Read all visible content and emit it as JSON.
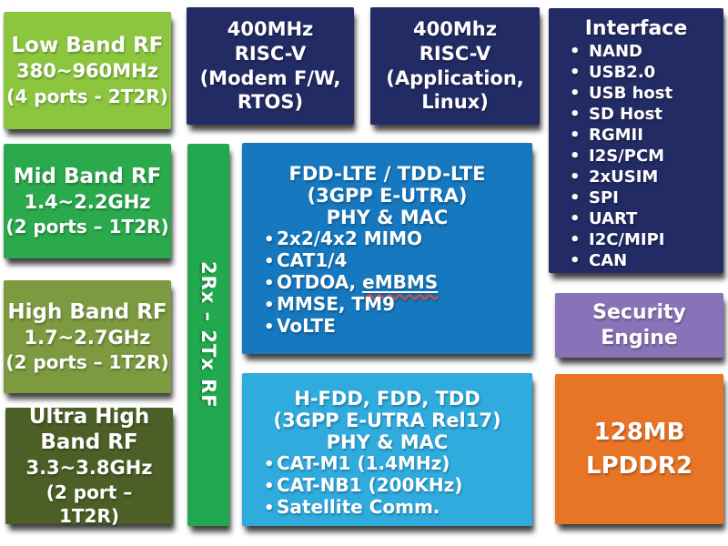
{
  "colors": {
    "text": "#FFFFFF",
    "low_band_green": "#8CC63F",
    "mid_band_green": "#2BA94D",
    "high_band_olive": "#7D9A40",
    "ultra_band_dark_olive": "#4C5F26",
    "rf_chain_green": "#22A84E",
    "navy": "#222B64",
    "lte_blue": "#1678BF",
    "iot_light_blue": "#2FABDE",
    "security_purple": "#8973B8",
    "memory_orange": "#E87425"
  },
  "blocks": {
    "rf_low": {
      "title": "Low Band RF",
      "freq": "380~960MHz",
      "ports": "(4 ports - 2T2R)",
      "color": "#8CC63F"
    },
    "rf_mid": {
      "title": "Mid Band RF",
      "freq": "1.4~2.2GHz",
      "ports": "(2 ports – 1T2R)",
      "color": "#2BA94D"
    },
    "rf_high": {
      "title": "High Band RF",
      "freq": "1.7~2.7GHz",
      "ports": "(2 ports – 1T2R)",
      "color": "#7D9A40"
    },
    "rf_ultra": {
      "title": "Ultra High Band RF",
      "freq": "3.3~3.8GHz",
      "ports": "(2 port – 1T2R)",
      "color": "#4C5F26"
    },
    "rf_chain": {
      "label": "2Rx – 2Tx RF",
      "color": "#22A84E"
    },
    "cpu_modem": {
      "line1": "400MHz",
      "line2": "RISC-V",
      "line3": "(Modem F/W, RTOS)",
      "color": "#222B64"
    },
    "cpu_app": {
      "line1": "400Mhz",
      "line2": "RISC-V",
      "line3": "(Application, Linux)",
      "color": "#222B64"
    },
    "lte": {
      "title": "FDD-LTE / TDD-LTE",
      "subtitle": "(3GPP E-UTRA)",
      "layer": "PHY & MAC",
      "bullets": [
        {
          "text": "2x2/4x2 MIMO"
        },
        {
          "text": "CAT1/4"
        },
        {
          "prefix": "OTDOA, ",
          "underlined": "eMBMS"
        },
        {
          "text": "MMSE, TM9"
        },
        {
          "text": "VoLTE"
        }
      ],
      "color": "#1678BF"
    },
    "iot": {
      "title": "H-FDD, FDD, TDD",
      "subtitle": "(3GPP E-UTRA Rel17)",
      "layer": "PHY & MAC",
      "bullets": [
        {
          "text": "CAT-M1 (1.4MHz)"
        },
        {
          "text": "CAT-NB1 (200KHz)"
        },
        {
          "text": "Satellite Comm."
        }
      ],
      "color": "#2FABDE"
    },
    "interface": {
      "title": "Interface",
      "items": [
        "NAND",
        "USB2.0",
        "USB host",
        "SD Host",
        "RGMII",
        "I2S/PCM",
        "2xUSIM",
        "SPI",
        "UART",
        "I2C/MIPI",
        "CAN"
      ],
      "color": "#222B64"
    },
    "security": {
      "title": "Security Engine",
      "color": "#8973B8"
    },
    "memory": {
      "title": "128MB LPDDR2",
      "color": "#E87425"
    }
  }
}
